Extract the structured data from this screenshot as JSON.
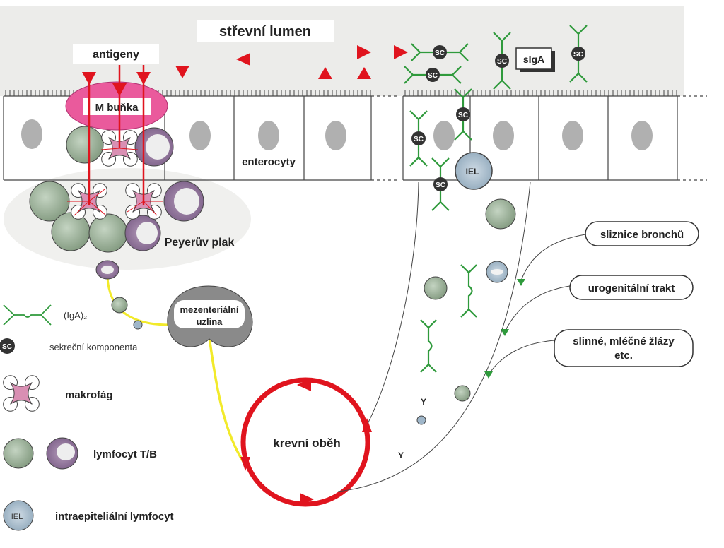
{
  "labels": {
    "lumen": "střevní lumen",
    "antigens": "antigeny",
    "m_cell": "M buňka",
    "enterocytes": "enterocyty",
    "peyer": "Peyerův plak",
    "node": "mezenteriální uzlina",
    "circulation": "krevní oběh",
    "siga": "sIgA",
    "iel": "IEL",
    "sc": "SC",
    "y_mark": "Y"
  },
  "targets": [
    "sliznice bronchů",
    "urogenitální trakt",
    "slinné, mléčné žlázy etc."
  ],
  "legend": {
    "iga": "(IgA)₂",
    "sc_text": "sekreční komponenta",
    "macrophage": "makrofág",
    "lymphocyte": "lymfocyt T/B",
    "iel_text": "intraepiteliální lymfocyt"
  },
  "colors": {
    "lumen": "#ececea",
    "red": "#e0141e",
    "pink": "#ea5a9c",
    "green_ab": "#2f9a3c",
    "cell_green": "#8fa58d",
    "cell_purple": "#8c6e96",
    "node": "#8a8a8a",
    "yellow": "#f2ea2a",
    "sc": "#333333",
    "iel": "#9fb6c9"
  }
}
